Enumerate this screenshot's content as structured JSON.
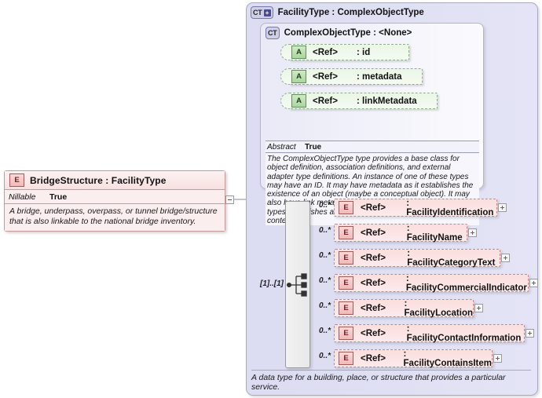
{
  "diagram": {
    "type": "xsd-schema-diagram"
  },
  "bridge": {
    "icon": "element-icon",
    "title": "BridgeStructure : FacilityType",
    "nillable_key": "Nillable",
    "nillable_value": "True",
    "description": "A bridge, underpass, overpass, or tunnel bridge/structure that is also linkable to the national bridge inventory.",
    "collapse_icon": "minus-box-icon"
  },
  "facility": {
    "icon": "complextype-expand-icon",
    "icon_text": "CT",
    "icon_plus": "+",
    "title": "FacilityType : ComplexObjectType",
    "footer": "A data type for a building, place, or structure that provides a particular service."
  },
  "complexObjectType": {
    "icon": "complextype-icon",
    "icon_text": "CT",
    "title": "ComplexObjectType : <None>",
    "attributes": [
      {
        "icon": "attribute-icon",
        "icon_text": "A",
        "ref": "<Ref>",
        "name": ": id"
      },
      {
        "icon": "attribute-icon",
        "icon_text": "A",
        "ref": "<Ref>",
        "name": ": metadata"
      },
      {
        "icon": "attribute-icon",
        "icon_text": "A",
        "ref": "<Ref>",
        "name": ": linkMetadata"
      }
    ],
    "abstract_key": "Abstract",
    "abstract_value": "True",
    "abstract_description": "The ComplexObjectType type provides a base class for object definition, association definitions, and external adapter type definitions. An instance of one of these types may have an ID. It may have metadata as it establishes the existence of an object (maybe a conceptual object). It may also have link metadata, as an element of one of these types establishes a relationship between its value and its context."
  },
  "sequence": {
    "icon": "sequence-compositor-icon",
    "cardinality": "[1]..[1]"
  },
  "elements": [
    {
      "icon": "element-icon",
      "icon_text": "E",
      "cardinality": "0..*",
      "ref": "<Ref>",
      "name": ": FacilityIdentification",
      "expand": "plus-box-icon"
    },
    {
      "icon": "element-icon",
      "icon_text": "E",
      "cardinality": "0..*",
      "ref": "<Ref>",
      "name": ": FacilityName",
      "expand": "plus-box-icon"
    },
    {
      "icon": "element-icon",
      "icon_text": "E",
      "cardinality": "0..*",
      "ref": "<Ref>",
      "name": ": FacilityCategoryText",
      "expand": "plus-box-icon"
    },
    {
      "icon": "element-icon",
      "icon_text": "E",
      "cardinality": "0..*",
      "ref": "<Ref>",
      "name": ": FacilityCommercialIndicator",
      "expand": "plus-box-icon"
    },
    {
      "icon": "element-icon",
      "icon_text": "E",
      "cardinality": "0..*",
      "ref": "<Ref>",
      "name": ": FacilityLocation",
      "expand": "plus-box-icon"
    },
    {
      "icon": "element-icon",
      "icon_text": "E",
      "cardinality": "0..*",
      "ref": "<Ref>",
      "name": ": FacilityContactInformation",
      "expand": "plus-box-icon"
    },
    {
      "icon": "element-icon",
      "icon_text": "E",
      "cardinality": "0..*",
      "ref": "<Ref>",
      "name": ": FacilityContainsItem",
      "expand": "plus-box-icon"
    }
  ],
  "colors": {
    "element_fill": "#fbdede",
    "element_border": "#c08a8a",
    "attribute_fill": "#eaf6e6",
    "attribute_border": "#8fae8f",
    "container_fill": "#dcdcf2",
    "container_border": "#a8a8c8",
    "line": "#8a8aa8"
  }
}
